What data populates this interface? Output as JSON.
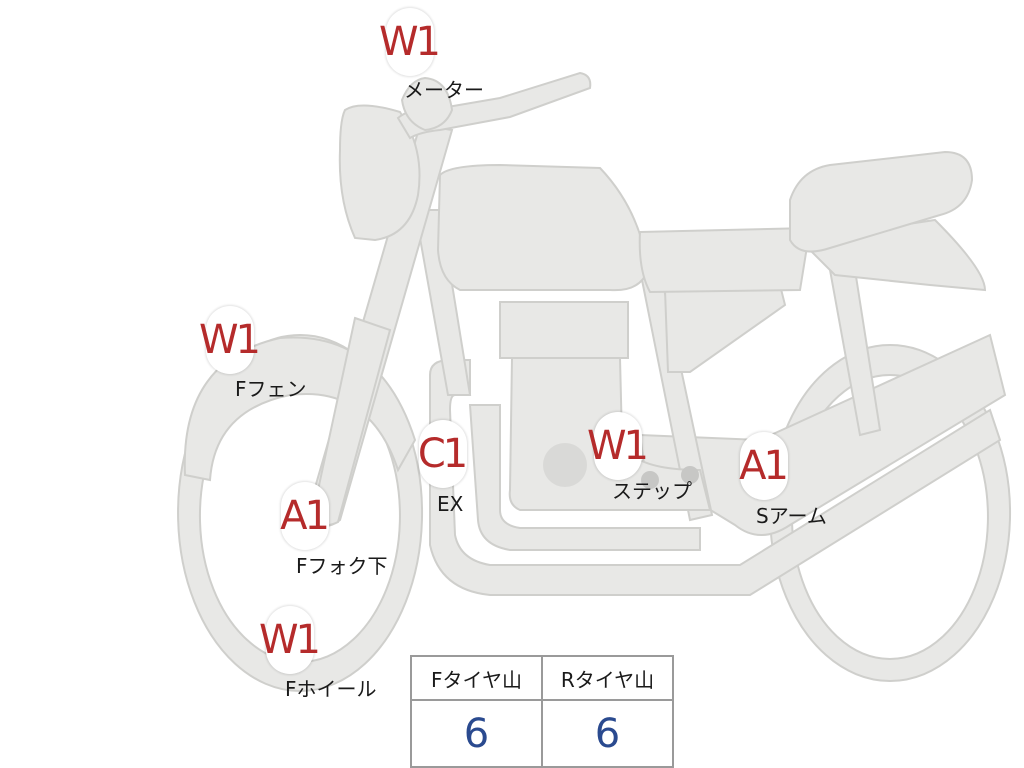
{
  "diagram": {
    "points": [
      {
        "id": "meter",
        "grade": "W1",
        "label": "メーター"
      },
      {
        "id": "f-fender",
        "grade": "W1",
        "label": "Fフェン"
      },
      {
        "id": "exhaust",
        "grade": "C1",
        "label": "EX"
      },
      {
        "id": "step",
        "grade": "W1",
        "label": "ステップ"
      },
      {
        "id": "swing-arm",
        "grade": "A1",
        "label": "Sアーム"
      },
      {
        "id": "f-fork-lower",
        "grade": "A1",
        "label": "Fフォク下"
      },
      {
        "id": "f-wheel",
        "grade": "W1",
        "label": "Fホイール"
      }
    ]
  },
  "tire_table": {
    "headers": [
      "Fタイヤ山",
      "Rタイヤ山"
    ],
    "values": [
      "6",
      "6"
    ]
  },
  "colors": {
    "grade_text": "#b52b2b",
    "tire_value_text": "#2a4a8f",
    "part_fill": "#e8e8e6",
    "part_stroke": "#cfcfcc"
  }
}
